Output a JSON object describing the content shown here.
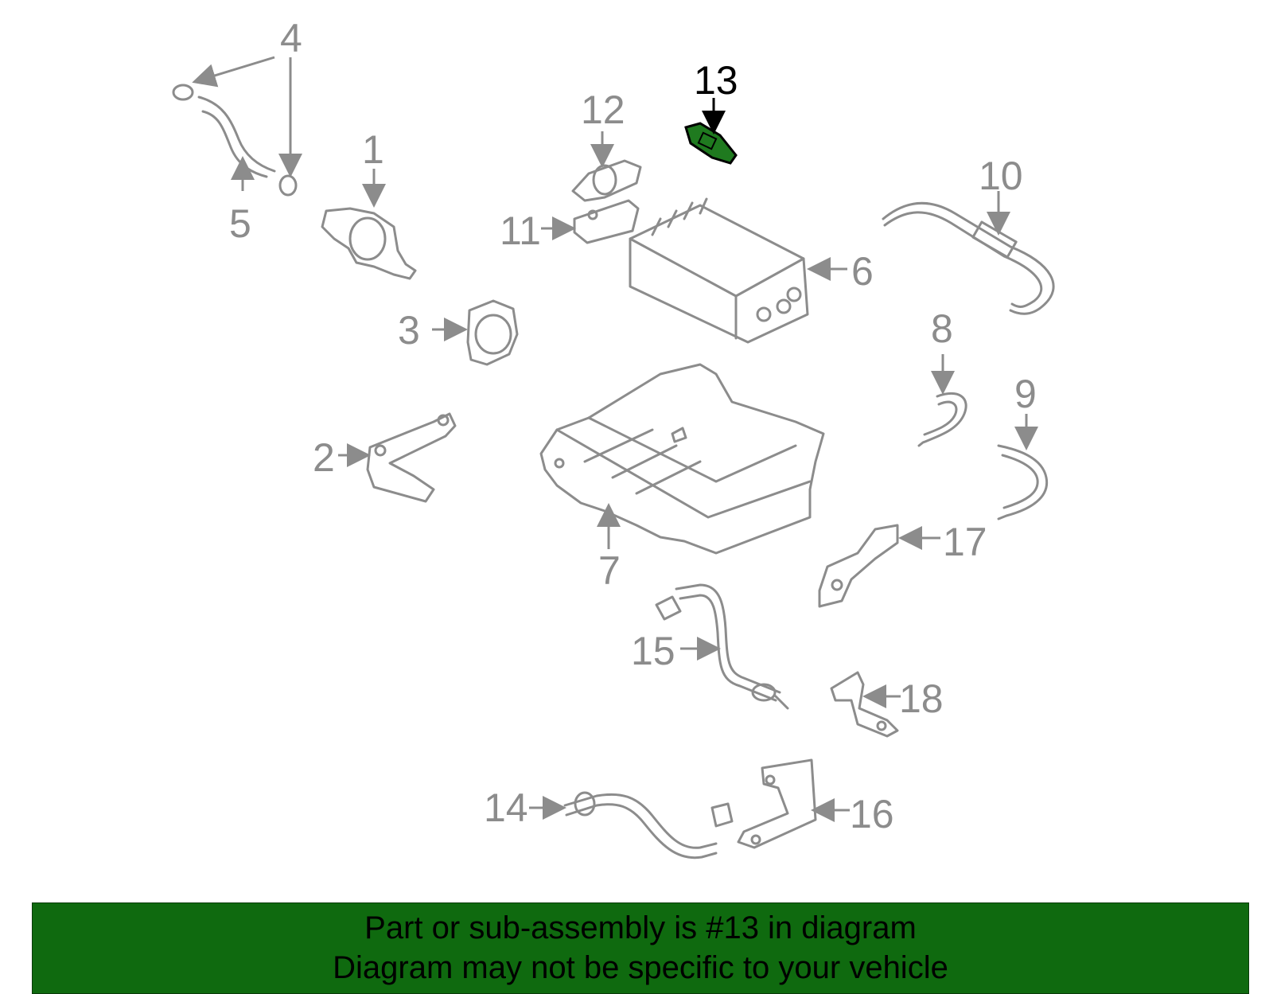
{
  "diagram": {
    "highlighted_part": "13",
    "highlight_color": "#1f7a1f",
    "part_color": "#8c8c8c",
    "callouts": [
      "1",
      "2",
      "3",
      "4",
      "5",
      "6",
      "7",
      "8",
      "9",
      "10",
      "11",
      "12",
      "13",
      "14",
      "15",
      "16",
      "17",
      "18"
    ]
  },
  "banner": {
    "background": "#0f6a0f",
    "line1": "Part or sub-assembly is #13 in diagram",
    "line2": "Diagram may not be specific to your vehicle"
  }
}
